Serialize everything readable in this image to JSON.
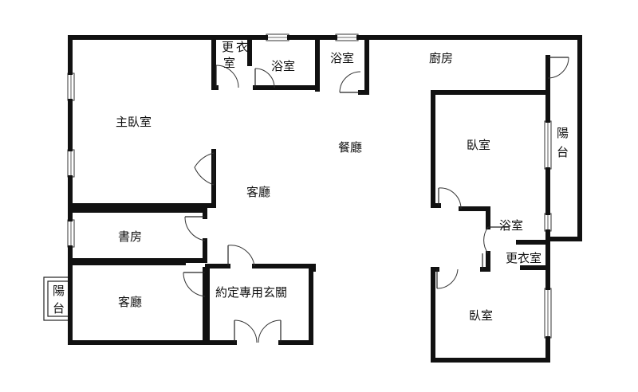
{
  "rooms": {
    "master_bedroom": "主臥室",
    "walkin_closet_top": [
      "更",
      "衣",
      "室"
    ],
    "bathroom_1": "浴室",
    "bathroom_2": "浴室",
    "kitchen": "廚房",
    "dining_room": "餐廳",
    "living_room": "客廳",
    "bedroom_1": "臥室",
    "balcony_right": [
      "陽",
      "台"
    ],
    "study": "書房",
    "bathroom_3": "浴室",
    "walkin_closet_right": "更衣室",
    "living_room_2": "客廳",
    "balcony_left": [
      "陽",
      "台"
    ],
    "entrance": "約定專用玄關",
    "bedroom_2": "臥室"
  },
  "colors": {
    "wall": "#111111",
    "background": "#ffffff"
  }
}
